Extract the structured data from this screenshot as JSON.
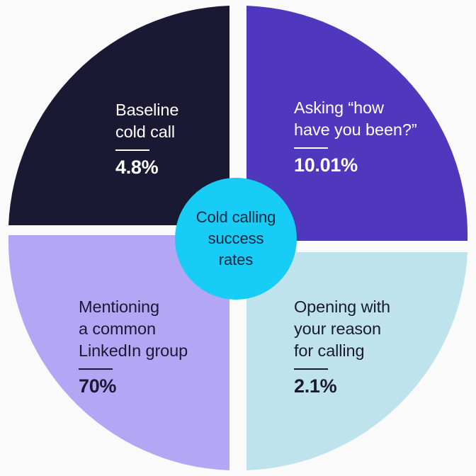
{
  "background_color": "#fafafa",
  "center": {
    "label": "Cold calling\nsuccess\nrates",
    "fill": "#17ccf5",
    "text_color": "#0d2340"
  },
  "chart_data": {
    "type": "pie",
    "title": "Cold calling success rates",
    "xlabel": "",
    "ylabel": "",
    "legend": "in-segment labels",
    "grid": false,
    "note": "Four equal quadrants of a donut; wedge size is decorative and does not encode the value.",
    "categories": [
      "Baseline cold call",
      "Asking “how have you been?”",
      "Mentioning a common LinkedIn group",
      "Opening with your reason for calling"
    ],
    "values": [
      4.8,
      10.01,
      70,
      2.1
    ],
    "value_labels": [
      "4.8%",
      "10.01%",
      "70%",
      "2.1%"
    ],
    "colors": [
      "#191933",
      "#4f38bd",
      "#b3a6f5",
      "#bee3ec"
    ],
    "slices": [
      {
        "name": "baseline-cold-call",
        "label": "Baseline\ncold call",
        "value": 4.8,
        "value_label": "4.8%",
        "color": "#191933",
        "text_color": "#ffffff",
        "position": "top-left"
      },
      {
        "name": "asking-how-have-you-been",
        "label": "Asking “how\nhave you been?”",
        "value": 10.01,
        "value_label": "10.01%",
        "color": "#4f38bd",
        "text_color": "#ffffff",
        "position": "top-right"
      },
      {
        "name": "mentioning-common-linkedin-group",
        "label": "Mentioning\na common\nLinkedIn group",
        "value": 70,
        "value_label": "70%",
        "color": "#b3a6f5",
        "text_color": "#191933",
        "position": "bottom-left"
      },
      {
        "name": "opening-with-your-reason-for-calling",
        "label": "Opening with\nyour reason\nfor calling",
        "value": 2.1,
        "value_label": "2.1%",
        "color": "#bee3ec",
        "text_color": "#191933",
        "position": "bottom-right"
      }
    ]
  }
}
